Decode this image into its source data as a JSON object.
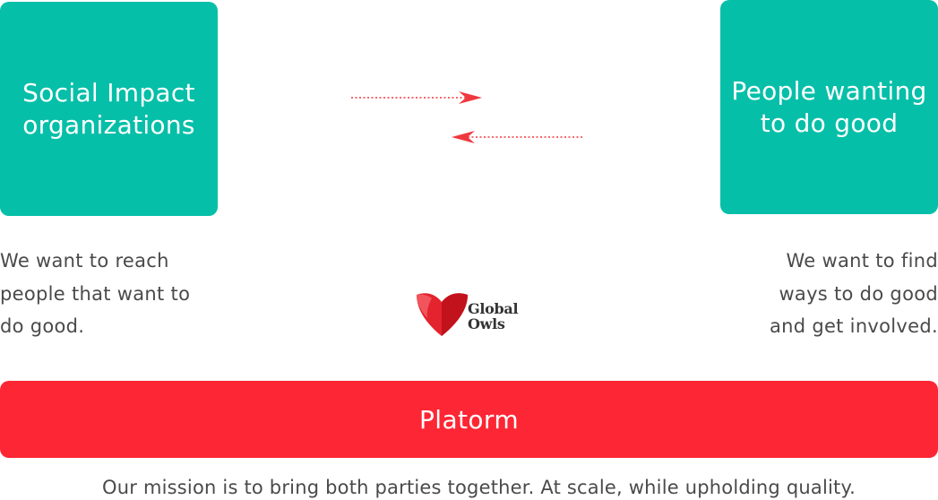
{
  "left_party": {
    "title": "Social Impact\norganizations",
    "description": "We want to reach\npeople that want to\ndo good."
  },
  "right_party": {
    "title": "People wanting\nto do good",
    "description": "We want to find\nways to do good\nand get involved."
  },
  "logo": {
    "icon": "heart-icon",
    "text": "Global\nOwls"
  },
  "platform": {
    "label": "Platorm"
  },
  "mission": {
    "text": "Our mission is to bring both parties together. At scale, while upholding quality."
  },
  "colors": {
    "teal": "#06bfa8",
    "red": "#fd2634",
    "text_gray": "#4a4a4a"
  }
}
